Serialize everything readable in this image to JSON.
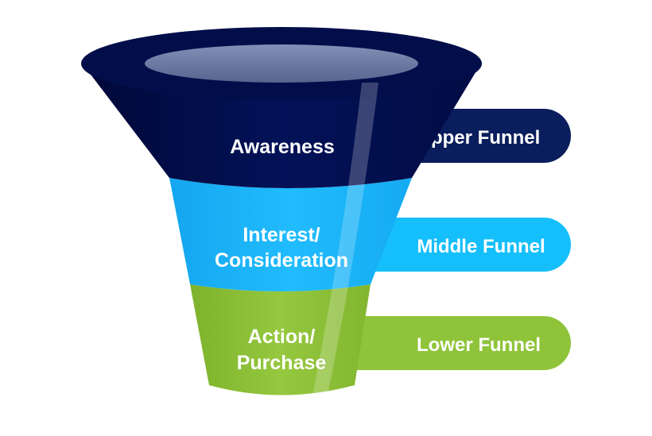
{
  "funnel": {
    "stages": [
      {
        "id": "awareness",
        "lines": [
          "Awareness"
        ],
        "color": "#020e4a"
      },
      {
        "id": "interest",
        "lines": [
          "Interest/",
          "Consideration"
        ],
        "color": "#1ab3fb"
      },
      {
        "id": "action",
        "lines": [
          "Action/",
          "Purchase"
        ],
        "color": "#8fc43a"
      }
    ],
    "tabs": [
      {
        "id": "upper",
        "label": "Upper Funnel",
        "color": "#0a1d5c"
      },
      {
        "id": "middle",
        "label": "Middle Funnel",
        "color": "#15bffb"
      },
      {
        "id": "lower",
        "label": "Lower Funnel",
        "color": "#8fc43a"
      }
    ],
    "rim_color": "#020e4a",
    "opening_color": "#6b7aa3"
  }
}
